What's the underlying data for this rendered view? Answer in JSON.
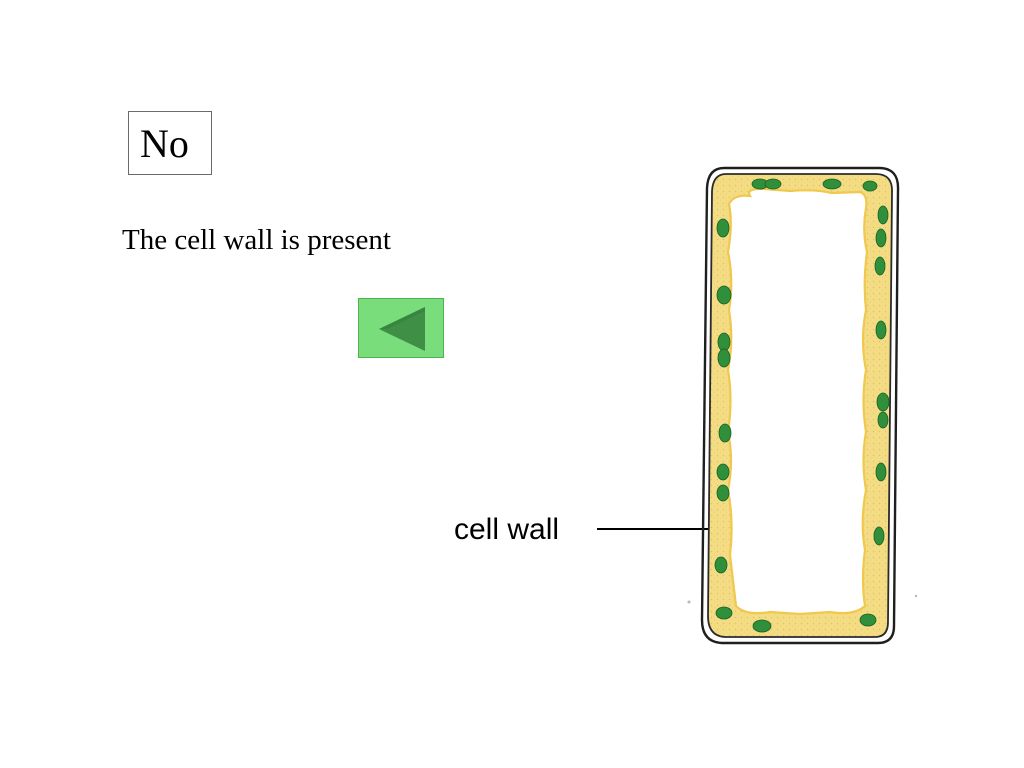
{
  "answer": {
    "text": "No"
  },
  "explanation": {
    "text": "The cell wall is present"
  },
  "diagram": {
    "label": "cell wall"
  },
  "colors": {
    "button_fill": "#78dd7a",
    "arrow_fill": "#3f8f47",
    "cytoplasm": "#f4dd86",
    "chloroplast": "#2f8f3a"
  },
  "icons": {
    "back": "triangle-left-icon"
  }
}
